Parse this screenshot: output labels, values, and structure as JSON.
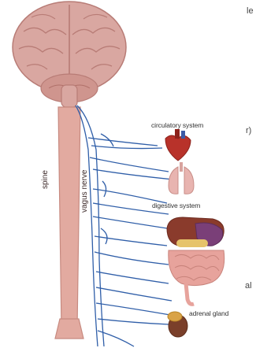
{
  "diagram": {
    "labels": {
      "spine": "spine",
      "vagus_nerve": "vagus nerve",
      "circulatory_system": "circulatory system",
      "digestive_system": "digestive system",
      "adrenal_gland": "adrenal gland"
    },
    "edge_fragments": [
      "le",
      "r)",
      "al"
    ]
  },
  "colors": {
    "brain": "#d9a7a1",
    "brain_fold": "#b87c76",
    "spine": "#e2aaa0",
    "nerve": "#2f5ea8",
    "heart": "#b8322a",
    "lungs": "#e8b4b0",
    "intestine": "#e7a39c",
    "liver": "#8a3b2c",
    "adrenal": "#d9a347"
  }
}
